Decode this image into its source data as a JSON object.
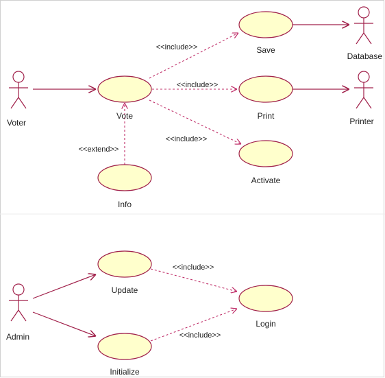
{
  "actors": {
    "voter": "Voter",
    "database": "Database",
    "printer": "Printer",
    "admin": "Admin"
  },
  "use_cases": {
    "save": "Save",
    "vote": "Vote",
    "print": "Print",
    "activate": "Activate",
    "info": "Info",
    "update": "Update",
    "login": "Login",
    "initialize": "Initialize"
  },
  "relations": {
    "include": "<<include>>",
    "extend": "<<extend>>"
  },
  "colors": {
    "line": "#a0204a",
    "use_case_fill": "#ffffcc"
  }
}
